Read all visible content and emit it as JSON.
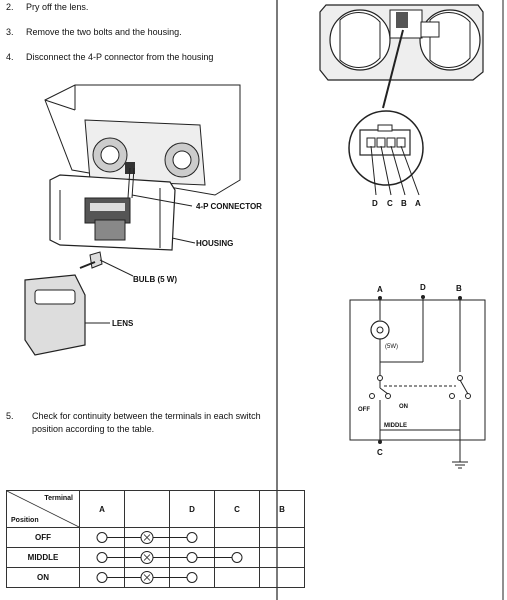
{
  "steps": [
    {
      "num": "2.",
      "text": "Pry off the lens."
    },
    {
      "num": "3.",
      "text": "Remove the two bolts and the housing."
    },
    {
      "num": "4.",
      "text": "Disconnect the 4-P connector from the housing"
    }
  ],
  "step5": {
    "num": "5.",
    "text": "Check for continuity between the terminals in each switch position according to the table."
  },
  "callouts": {
    "connector": "4-P CONNECTOR",
    "housing": "HOUSING",
    "bulb": "BULB (5 W)",
    "lens": "LENS"
  },
  "connector_pins": [
    "D",
    "C",
    "B",
    "A"
  ],
  "schematic": {
    "terminals": {
      "a": "A",
      "d": "D",
      "b": "B",
      "c": "C"
    },
    "bulb_label": "(5W)",
    "off": "OFF",
    "on": "ON",
    "middle": "MIDDLE"
  },
  "table": {
    "header_terminal": "Terminal",
    "header_position": "Position",
    "columns": [
      "A",
      "",
      "D",
      "C",
      "B"
    ],
    "rows": [
      {
        "label": "OFF",
        "connect": [
          0,
          1,
          2
        ],
        "bulb": 1
      },
      {
        "label": "MIDDLE",
        "connect": [
          0,
          1,
          2,
          3
        ],
        "bulb": 1
      },
      {
        "label": "ON",
        "connect": [
          0,
          1,
          2
        ],
        "bulb": 1
      }
    ]
  }
}
